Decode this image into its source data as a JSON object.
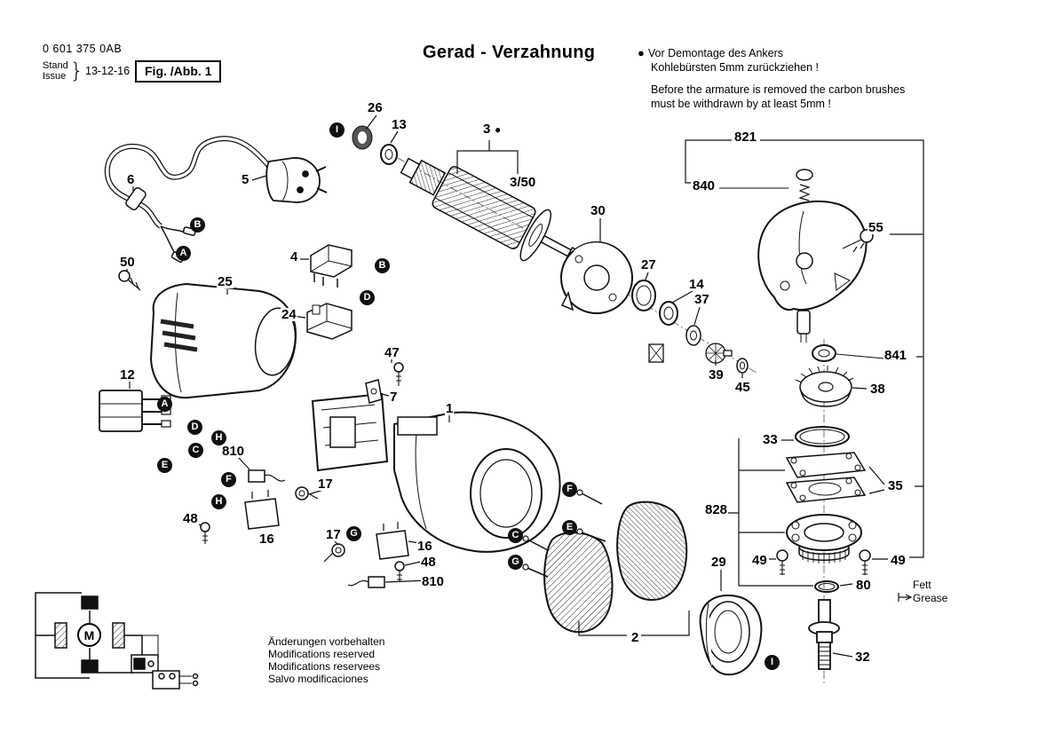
{
  "header": {
    "part_number": "0 601 375 0AB",
    "stand_label": "Stand",
    "issue_label": "Issue",
    "brace": "}",
    "date": "13-12-16",
    "fig_label": "Fig. /Abb. 1",
    "title": "Gerad - Verzahnung",
    "bullet": "●",
    "note_de": [
      "Vor Demontage des Ankers",
      "Kohlebürsten 5mm zurückziehen !"
    ],
    "note_en": [
      "Before the armature is removed the carbon brushes",
      "must be withdrawn by at least 5mm !"
    ]
  },
  "symbols": {
    "dot": "●",
    "motor": "M"
  },
  "grease": {
    "de": "Fett",
    "en": "Grease"
  },
  "footer": [
    "Änderungen vorbehalten",
    "Modifications reserved",
    "Modifications reservees",
    "Salvo modificaciones"
  ],
  "callouts": [
    {
      "part": "26",
      "text": "26"
    },
    {
      "part": "13",
      "text": "13"
    },
    {
      "part": "3",
      "text": "3"
    },
    {
      "part": "3/50",
      "text": "3/50"
    },
    {
      "part": "30",
      "text": "30"
    },
    {
      "part": "27",
      "text": "27"
    },
    {
      "part": "14",
      "text": "14"
    },
    {
      "part": "37",
      "text": "37"
    },
    {
      "part": "821",
      "text": "821"
    },
    {
      "part": "840",
      "text": "840"
    },
    {
      "part": "55",
      "text": "55"
    },
    {
      "part": "841",
      "text": "841"
    },
    {
      "part": "38",
      "text": "38"
    },
    {
      "part": "33",
      "text": "33"
    },
    {
      "part": "35",
      "text": "35"
    },
    {
      "part": "828",
      "text": "828"
    },
    {
      "part": "49",
      "text": "49"
    },
    {
      "part": "49",
      "text": "49"
    },
    {
      "part": "80",
      "text": "80"
    },
    {
      "part": "32",
      "text": "32"
    },
    {
      "part": "29",
      "text": "29"
    },
    {
      "part": "2",
      "text": "2"
    },
    {
      "part": "39",
      "text": "39"
    },
    {
      "part": "45",
      "text": "45"
    },
    {
      "part": "5",
      "text": "5"
    },
    {
      "part": "6",
      "text": "6"
    },
    {
      "part": "50",
      "text": "50"
    },
    {
      "part": "25",
      "text": "25"
    },
    {
      "part": "4",
      "text": "4"
    },
    {
      "part": "24",
      "text": "24"
    },
    {
      "part": "47",
      "text": "47"
    },
    {
      "part": "7",
      "text": "7"
    },
    {
      "part": "12",
      "text": "12"
    },
    {
      "part": "810",
      "text": "810"
    },
    {
      "part": "17",
      "text": "17"
    },
    {
      "part": "48",
      "text": "48"
    },
    {
      "part": "16",
      "text": "16"
    },
    {
      "part": "17",
      "text": "17"
    },
    {
      "part": "16",
      "text": "16"
    },
    {
      "part": "48",
      "text": "48"
    },
    {
      "part": "810",
      "text": "810"
    },
    {
      "part": "1",
      "text": "1"
    }
  ],
  "letters": [
    {
      "text": "I"
    },
    {
      "text": "B"
    },
    {
      "text": "A"
    },
    {
      "text": "B"
    },
    {
      "text": "D"
    },
    {
      "text": "A"
    },
    {
      "text": "D"
    },
    {
      "text": "H"
    },
    {
      "text": "C"
    },
    {
      "text": "E"
    },
    {
      "text": "F"
    },
    {
      "text": "H"
    },
    {
      "text": "G"
    },
    {
      "text": "F"
    },
    {
      "text": "E"
    },
    {
      "text": "C"
    },
    {
      "text": "G"
    },
    {
      "text": "I"
    }
  ]
}
